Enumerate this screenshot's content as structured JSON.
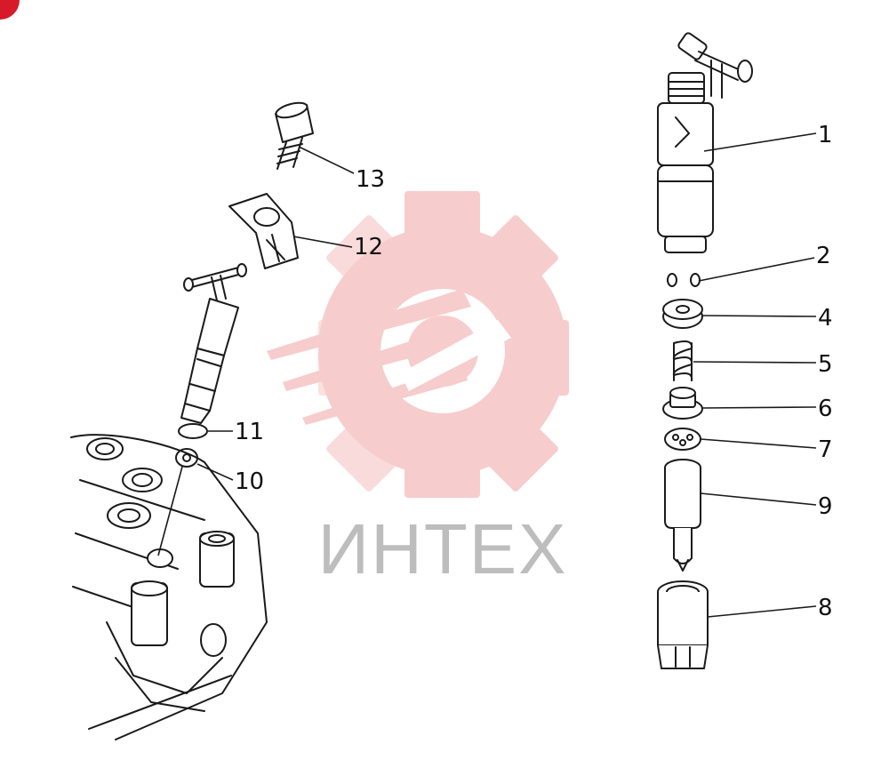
{
  "watermark": {
    "text": "ИНТЕХ",
    "gear_color": "#f7c7c7",
    "text_color": "#bdbdbd"
  },
  "corner_marker_color": "#d61a2a",
  "callouts": [
    "1",
    "2",
    "4",
    "5",
    "6",
    "7",
    "9",
    "8",
    "13",
    "12",
    "11",
    "10"
  ]
}
